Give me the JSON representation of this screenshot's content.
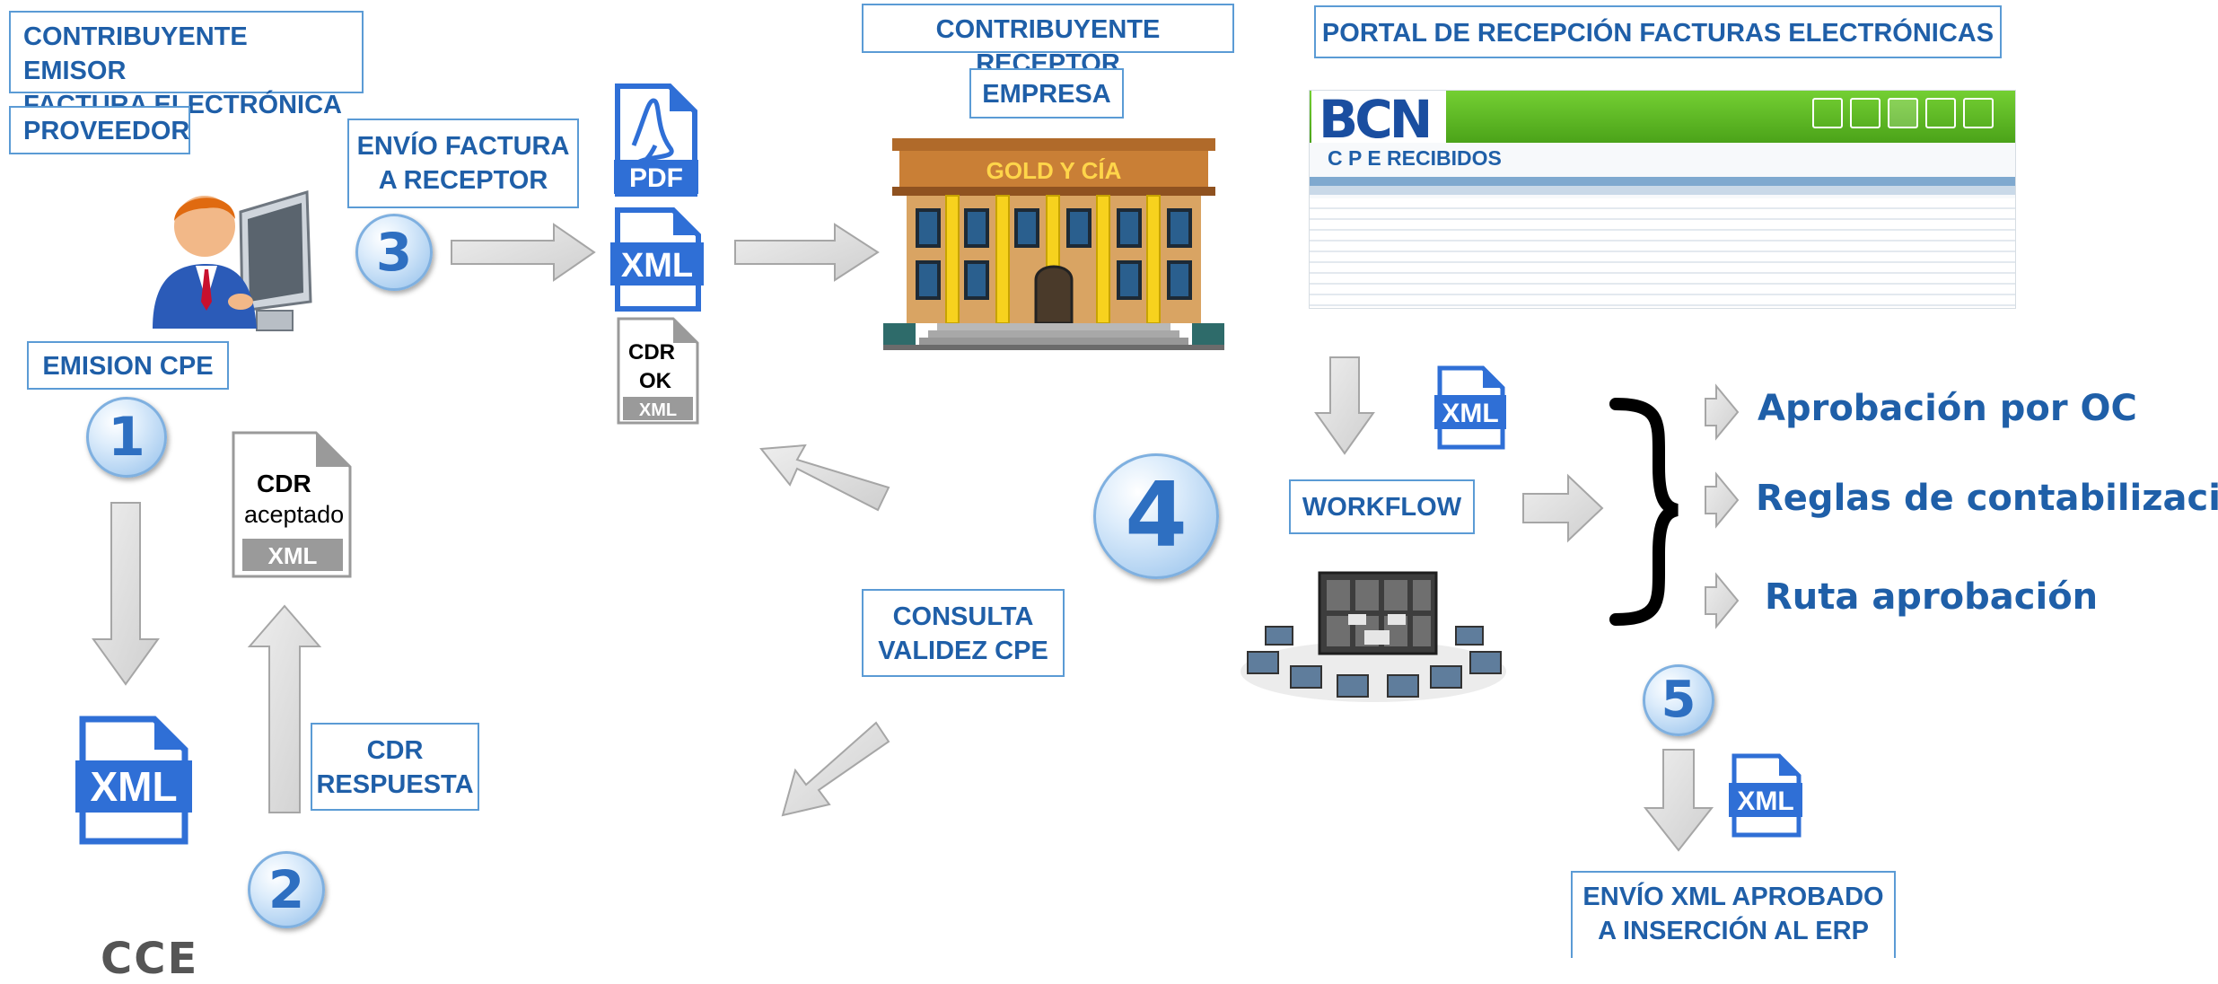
{
  "labels": {
    "emisor_line1": "CONTRIBUYENTE EMISOR",
    "emisor_line2": "FACTURA ELECTRÓNICA",
    "proveedor": "PROVEEDOR",
    "emision_cpe": "EMISION CPE",
    "envio_line1": "ENVÍO FACTURA",
    "envio_line2": "A RECEPTOR",
    "receptor": "CONTRIBUYENTE RECEPTOR",
    "empresa": "EMPRESA",
    "portal": "PORTAL DE RECEPCIÓN FACTURAS ELECTRÓNICAS",
    "cdr_resp_line1": "CDR",
    "cdr_resp_line2": "RESPUESTA",
    "consulta_line1": "CONSULTA",
    "consulta_line2": "VALIDEZ  CPE",
    "workflow": "WORKFLOW",
    "envio_xml_line1": "ENVÍO XML APROBADO",
    "envio_xml_line2": "A  INSERCIÓN  AL  ERP"
  },
  "steps": [
    "1",
    "2",
    "3",
    "4",
    "5"
  ],
  "outcomes": [
    "Aprobación por OC",
    "Reglas de contabilización",
    "Ruta aprobación"
  ],
  "icons": {
    "xml": "XML",
    "pdf": "PDF",
    "cdr": "CDR",
    "cdr_ok": "OK",
    "cdr_aceptado": "aceptado"
  },
  "building": {
    "sign": "GOLD  Y  CÍA"
  },
  "portal_screen": {
    "logo": "BCN",
    "heading": "C P E  RECIBIDOS"
  },
  "footer_partial": "CCE",
  "colors": {
    "label_blue": "#1f5fa8",
    "box_border": "#5b9bd5",
    "xml_blue": "#2f6fd6",
    "arrow_gray": "#d9d9d9",
    "portal_green": "#5cb82a"
  }
}
